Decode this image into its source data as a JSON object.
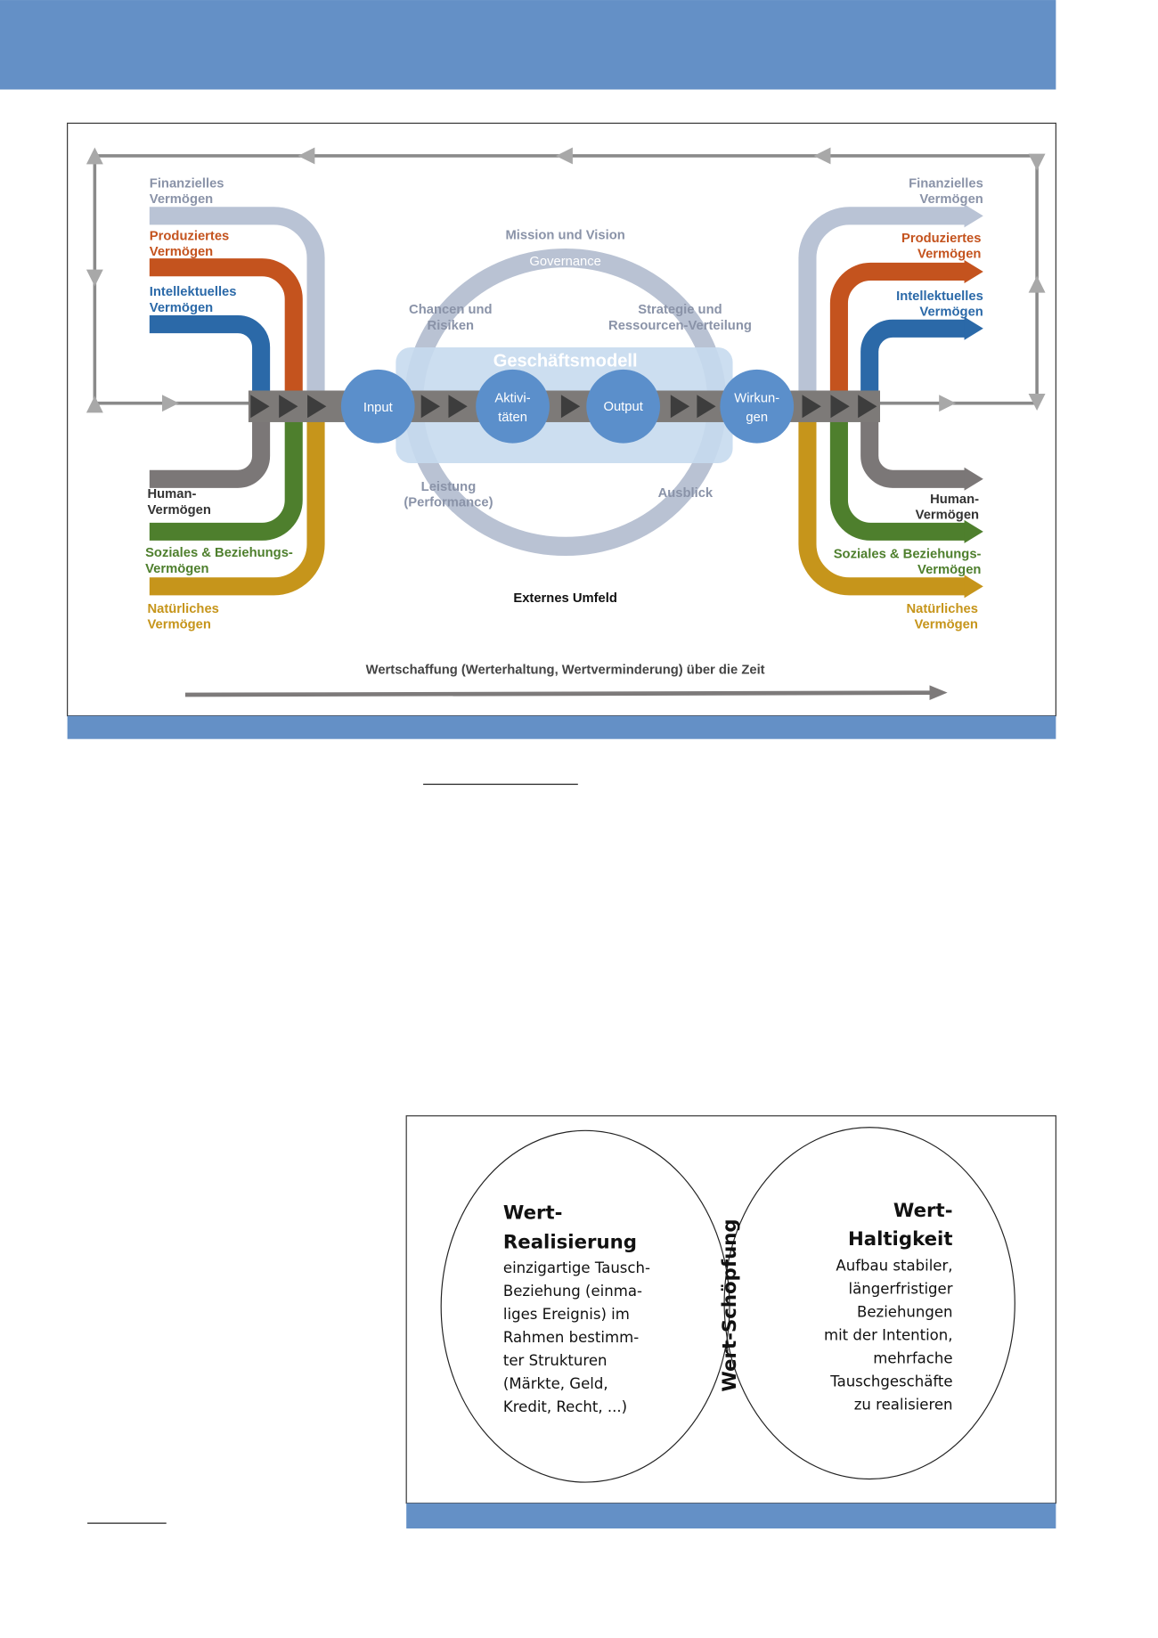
{
  "colors": {
    "header": "#6490c6",
    "financial": "#b9c3d5",
    "produced": "#c4531e",
    "intellectual": "#2b69a8",
    "human": "#7b7777",
    "social": "#4e7f2d",
    "natural": "#c6951b",
    "circle": "#5b8fcb",
    "model": "#c7daee",
    "ring": "#b9c2d3"
  },
  "figure1": {
    "left": {
      "financial": [
        "Finanzielles",
        "Vermögen"
      ],
      "produced": [
        "Produziertes",
        "Vermögen"
      ],
      "intellectual": [
        "Intellektuelles",
        "Vermögen"
      ],
      "human": [
        "Human-",
        "Vermögen"
      ],
      "social": [
        "Soziales & Beziehungs-",
        "Vermögen"
      ],
      "natural": [
        "Natürliches",
        "Vermögen"
      ]
    },
    "right": {
      "financial": [
        "Finanzielles",
        "Vermögen"
      ],
      "produced": [
        "Produziertes",
        "Vermögen"
      ],
      "intellectual": [
        "Intellektuelles",
        "Vermögen"
      ],
      "human": [
        "Human-",
        "Vermögen"
      ],
      "social": [
        "Soziales & Beziehungs-",
        "Vermögen"
      ],
      "natural": [
        "Natürliches",
        "Vermögen"
      ]
    },
    "mission": "Mission und Vision",
    "governance": "Governance",
    "chances": [
      "Chancen und",
      "Risiken"
    ],
    "strategy": [
      "Strategie und",
      "Ressourcen-Verteilung"
    ],
    "performance": [
      "Leistung",
      "(Performance)"
    ],
    "outlook": "Ausblick",
    "business_model": "Geschäftsmodell",
    "input": "Input",
    "activities": [
      "Aktivi-",
      "täten"
    ],
    "output": "Output",
    "outcomes": [
      "Wirkun-",
      "gen"
    ],
    "external": "Externes Umfeld",
    "timeline": "Wertschaffung (Werterhaltung, Wertverminderung) über die Zeit"
  },
  "figure2": {
    "left_title": [
      "Wert-",
      "Realisierung"
    ],
    "left_text": [
      "einzigartige Tausch-",
      "Beziehung (einma-",
      "liges Ereignis) im",
      "Rahmen bestimm-",
      "ter Strukturen",
      "(Märkte, Geld,",
      "Kredit, Recht, ...)"
    ],
    "center": "Wert-Schöpfung",
    "right_title": [
      "Wert-",
      "Haltigkeit"
    ],
    "right_text": [
      "Aufbau stabiler,",
      "längerfristiger",
      "Beziehungen",
      "mit der Intention,",
      "mehrfache",
      "Tauschgeschäfte",
      "zu realisieren"
    ]
  }
}
